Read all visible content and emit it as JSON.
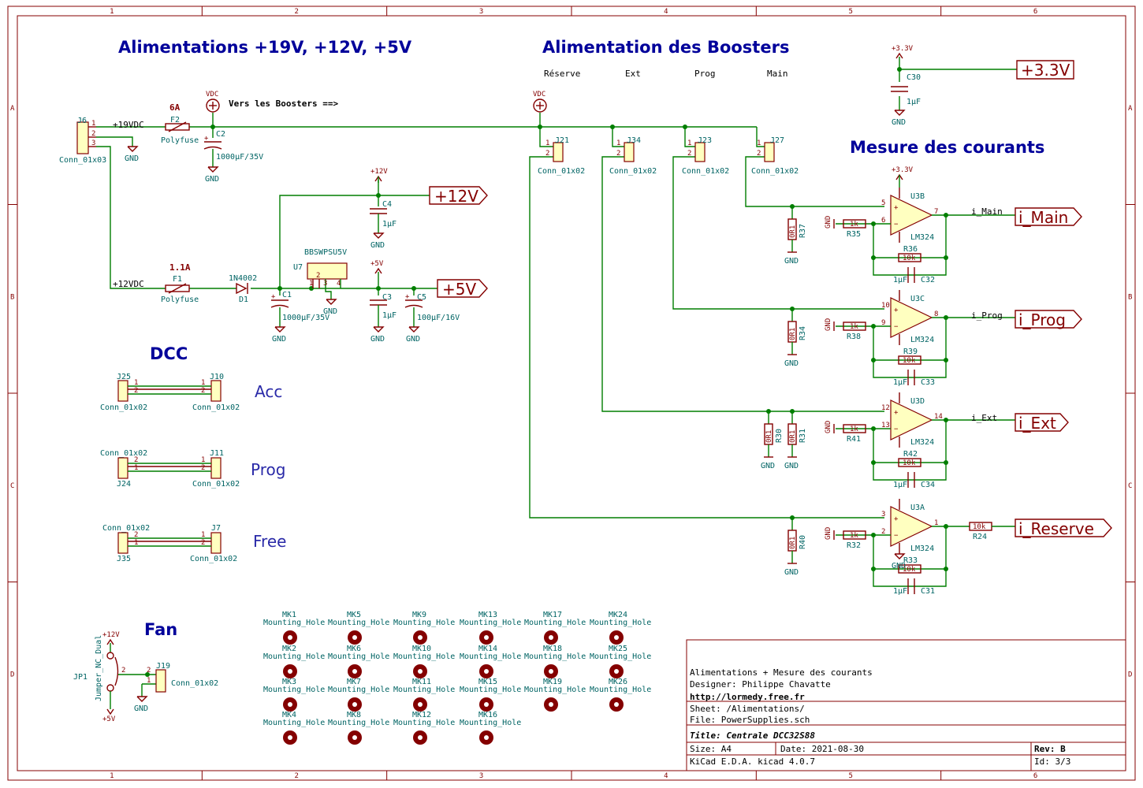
{
  "frame": {
    "columns": [
      "1",
      "2",
      "3",
      "4",
      "5",
      "6"
    ],
    "rows": [
      "A",
      "B",
      "C",
      "D"
    ]
  },
  "headings": {
    "power": "Alimentations +19V, +12V, +5V",
    "boosters": "Alimentation des Boosters",
    "currents": "Mesure des courants",
    "dcc": "DCC",
    "fan": "Fan"
  },
  "booster_columns": [
    "Réserve",
    "Ext",
    "Prog",
    "Main"
  ],
  "notes": {
    "to_boosters": "Vers les Boosters ==>"
  },
  "nets": {
    "v19": "+19VDC",
    "v12": "+12VDC",
    "i_main": "i_Main",
    "i_prog": "i_Prog",
    "i_ext": "i_Ext"
  },
  "power_symbols": {
    "vdc": "VDC",
    "gnd": "GND",
    "p12": "+12V",
    "p5": "+5V",
    "p33": "+3.3V"
  },
  "labels": {
    "p12": "+12V",
    "p5": "+5V",
    "p33": "+3.3V",
    "i_main": "i_Main",
    "i_prog": "i_Prog",
    "i_ext": "i_Ext",
    "i_reserve": "i_Reserve"
  },
  "dcc_labels": {
    "acc": "Acc",
    "prog": "Prog",
    "free": "Free"
  },
  "components": {
    "J6": {
      "ref": "J6",
      "val": "Conn_01x03"
    },
    "F2": {
      "ref": "F2",
      "val": "Polyfuse",
      "rating": "6A"
    },
    "F1": {
      "ref": "F1",
      "val": "Polyfuse",
      "rating": "1.1A"
    },
    "C2": {
      "ref": "C2",
      "val": "1000µF/35V"
    },
    "C1": {
      "ref": "C1",
      "val": "1000µF/35V"
    },
    "D1": {
      "ref": "D1",
      "val": "1N4002"
    },
    "U7": {
      "ref": "U7",
      "val": "BBSWPSU5V"
    },
    "C4": {
      "ref": "C4",
      "val": "1µF"
    },
    "C3": {
      "ref": "C3",
      "val": "1µF"
    },
    "C5": {
      "ref": "C5",
      "val": "100µF/16V"
    },
    "C30": {
      "ref": "C30",
      "val": "1µF"
    },
    "J21": {
      "ref": "J21",
      "val": "Conn_01x02"
    },
    "J34": {
      "ref": "J34",
      "val": "Conn_01x02"
    },
    "J23": {
      "ref": "J23",
      "val": "Conn_01x02"
    },
    "J27": {
      "ref": "J27",
      "val": "Conn_01x02"
    },
    "U3B": {
      "ref": "U3B",
      "val": "LM324"
    },
    "U3C": {
      "ref": "U3C",
      "val": "LM324"
    },
    "U3D": {
      "ref": "U3D",
      "val": "LM324"
    },
    "U3A": {
      "ref": "U3A",
      "val": "LM324"
    },
    "R37": {
      "ref": "R37",
      "val": "0R1"
    },
    "R34": {
      "ref": "R34",
      "val": "0R1"
    },
    "R30": {
      "ref": "R30",
      "val": "0R1"
    },
    "R31": {
      "ref": "R31",
      "val": "0R1"
    },
    "R40": {
      "ref": "R40",
      "val": "0R1"
    },
    "R35": {
      "ref": "R35",
      "val": "1k"
    },
    "R38": {
      "ref": "R38",
      "val": "1k"
    },
    "R41": {
      "ref": "R41",
      "val": "1k"
    },
    "R32": {
      "ref": "R32",
      "val": "1k"
    },
    "R36": {
      "ref": "R36",
      "val": "10k"
    },
    "R39": {
      "ref": "R39",
      "val": "10k"
    },
    "R42": {
      "ref": "R42",
      "val": "10k"
    },
    "R33": {
      "ref": "R33",
      "val": "10k"
    },
    "R24": {
      "ref": "R24",
      "val": "10k"
    },
    "C32": {
      "ref": "C32",
      "val": "1µF"
    },
    "C33": {
      "ref": "C33",
      "val": "1µF"
    },
    "C34": {
      "ref": "C34",
      "val": "1µF"
    },
    "C31": {
      "ref": "C31",
      "val": "1µF"
    },
    "J25": {
      "ref": "J25",
      "val": "Conn_01x02"
    },
    "J10": {
      "ref": "J10",
      "val": "Conn_01x02"
    },
    "J24": {
      "ref": "J24",
      "val": "Conn_01x02"
    },
    "J11": {
      "ref": "J11",
      "val": "Conn_01x02"
    },
    "J35": {
      "ref": "J35",
      "val": "Conn_01x02"
    },
    "J7": {
      "ref": "J7",
      "val": "Conn_01x02"
    },
    "JP1": {
      "ref": "JP1",
      "val": "Jumper_NC_Dual"
    },
    "J19": {
      "ref": "J19",
      "val": "Conn_01x02"
    }
  },
  "mounting_holes": {
    "value": "Mounting_Hole",
    "refs": [
      "MK1",
      "MK2",
      "MK3",
      "MK4",
      "MK5",
      "MK6",
      "MK7",
      "MK8",
      "MK9",
      "MK10",
      "MK11",
      "MK12",
      "MK13",
      "MK14",
      "MK15",
      "MK16",
      "MK17",
      "MK18",
      "MK19",
      "MK24",
      "MK25",
      "MK26"
    ]
  },
  "title_block": {
    "sheet_title": "Alimentations + Mesure des courants",
    "designer": "Designer: Philippe Chavatte",
    "url": "http://lormedy.free.fr",
    "sheet": "Sheet: /Alimentations/",
    "file": "File: PowerSupplies.sch",
    "title": "Title: Centrale DCC32S88",
    "size": "Size: A4",
    "date": "Date: 2021-08-30",
    "rev": "Rev: B",
    "tool": "KiCad E.D.A.  kicad 4.0.7",
    "id": "Id: 3/3"
  }
}
